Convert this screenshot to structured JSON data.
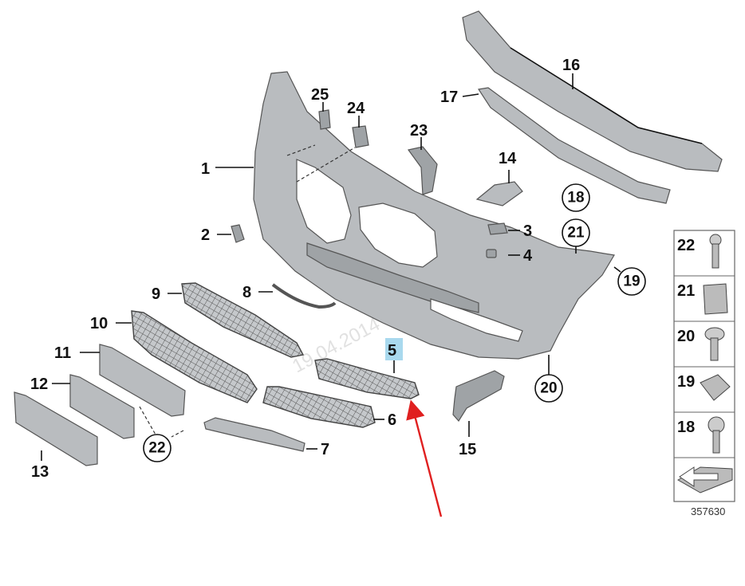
{
  "callouts": {
    "p1": "1",
    "p2": "2",
    "p3": "3",
    "p4": "4",
    "p5": "5",
    "p6": "6",
    "p7": "7",
    "p8": "8",
    "p9": "9",
    "p10": "10",
    "p11": "11",
    "p12": "12",
    "p13": "13",
    "p14": "14",
    "p15": "15",
    "p16": "16",
    "p17": "17",
    "p18": "18",
    "p19": "19",
    "p20": "20",
    "p21": "21",
    "p22": "22",
    "p23": "23",
    "p24": "24",
    "p25": "25"
  },
  "side_panel": [
    "22",
    "21",
    "20",
    "19",
    "18"
  ],
  "reference_number": "357630",
  "watermark": "19.04.2014 08:28:51",
  "highlight_color": "#a9d9ee",
  "arrow_color": "#e02020"
}
